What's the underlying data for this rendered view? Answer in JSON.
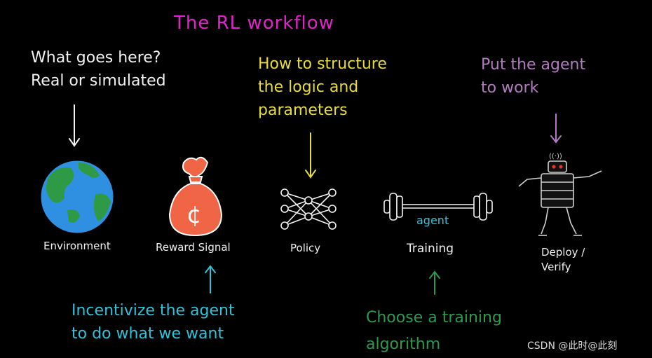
{
  "title": "The RL workflow",
  "notes": {
    "environment": "What goes here?\nReal or simulated",
    "policy": "How to structure\nthe logic and\nparameters",
    "deploy": "Put the agent\nto work",
    "reward": "Incentivize the agent\nto do what we want",
    "training": "Choose a training\nalgorithm"
  },
  "stages": {
    "environment": "Environment",
    "reward": "Reward Signal",
    "policy": "Policy",
    "training": "Training",
    "deploy": "Deploy /\nVerify"
  },
  "icons": {
    "money_symbol": "¢",
    "barbell_text": "agent",
    "antenna_signal": "((·))"
  },
  "watermark": "CSDN @此时@此刻",
  "colors": {
    "title": "#e025c8",
    "white_note": "#f2f2f2",
    "yellow_note": "#e8dc3a",
    "violet_note": "#b27ac0",
    "cyan_note": "#2fc3da",
    "green_note": "#2c9a4e",
    "earth_ocean": "#2f8fe0",
    "earth_land": "#2f9a45",
    "moneybag": "#f06545"
  }
}
